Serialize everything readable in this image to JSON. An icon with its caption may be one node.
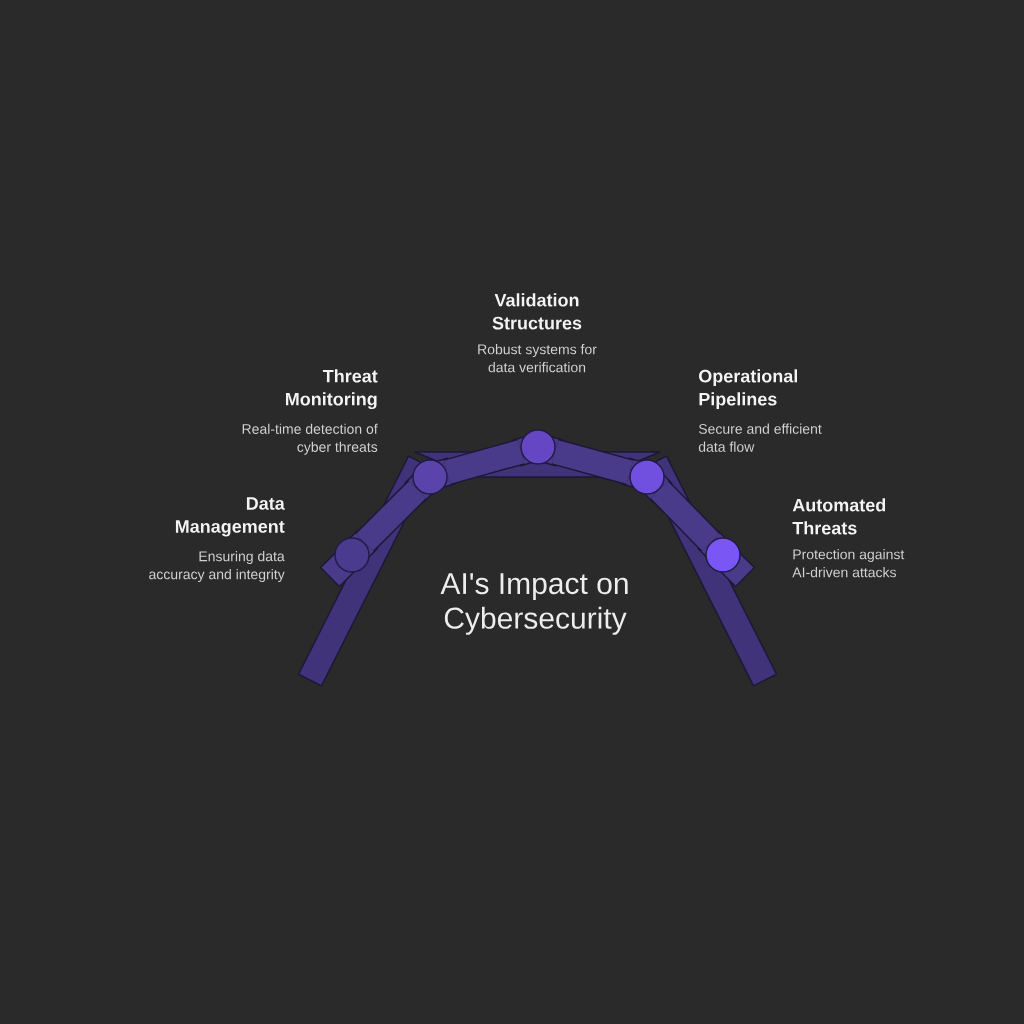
{
  "diagram": {
    "title": "AI's Impact on Cybersecurity",
    "nodes": [
      {
        "text": [],
        "shape": "circle",
        "beside": [
          "Data Management",
          "Ensuring data accuracy and integrity"
        ]
      },
      {
        "text": [],
        "shape": "circle",
        "beside": [
          "Threat Monitoring",
          "Real-time detection of cyber threats"
        ]
      },
      {
        "text": [],
        "shape": "circle",
        "beside": [
          "Validation Structures",
          "Robust systems for data verification"
        ]
      },
      {
        "text": [],
        "shape": "circle",
        "beside": [
          "Operational Pipelines",
          "Secure and efficient data flow"
        ]
      },
      {
        "text": [],
        "shape": "circle",
        "beside": [
          "Automated Threats",
          "Protection against AI-driven attacks"
        ]
      }
    ],
    "edges": [
      {
        "from": 0,
        "to": 1,
        "arrow": "none"
      },
      {
        "from": 1,
        "to": 2,
        "arrow": "none"
      },
      {
        "from": 2,
        "to": 3,
        "arrow": "none"
      },
      {
        "from": 3,
        "to": 4,
        "arrow": "none"
      }
    ]
  }
}
